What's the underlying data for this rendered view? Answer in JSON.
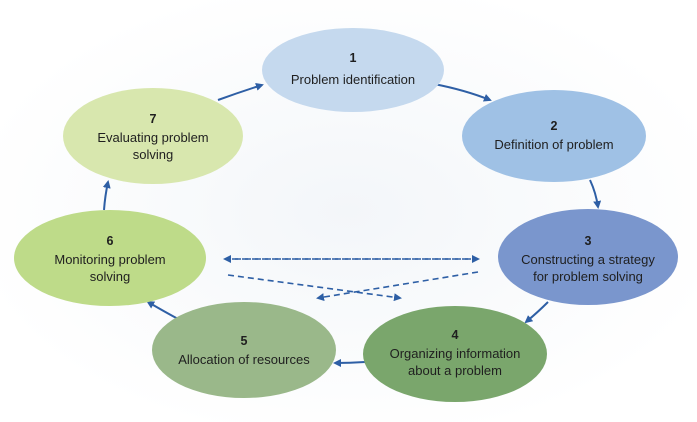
{
  "stages": [
    {
      "number": "1",
      "label_lines": [
        "Problem identification"
      ]
    },
    {
      "number": "2",
      "label_lines": [
        "Definition of problem"
      ]
    },
    {
      "number": "3",
      "label_lines": [
        "Constructing a strategy",
        "for problem solving"
      ]
    },
    {
      "number": "4",
      "label_lines": [
        "Organizing information",
        "about a problem"
      ]
    },
    {
      "number": "5",
      "label_lines": [
        "Allocation of resources"
      ]
    },
    {
      "number": "6",
      "label_lines": [
        "Monitoring problem",
        "solving"
      ]
    },
    {
      "number": "7",
      "label_lines": [
        "Evaluating problem",
        "solving"
      ]
    }
  ],
  "colors": {
    "stage_fills": [
      "#c5d9ee",
      "#9fc1e5",
      "#7a96cd",
      "#7aa66c",
      "#9ab88a",
      "#bedb89",
      "#d8e7ae"
    ],
    "arrow": "#2e5fa5"
  }
}
